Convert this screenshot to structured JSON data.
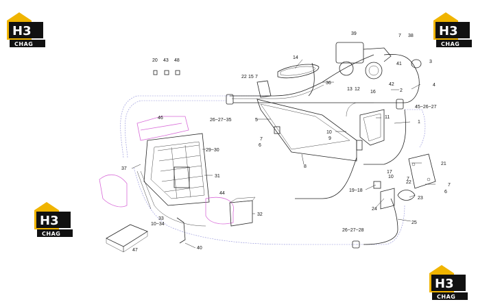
{
  "logo": {
    "mark": "H3",
    "sub": "CHAG"
  },
  "callouts": [
    {
      "id": "c1",
      "text": "1"
    },
    {
      "id": "c2",
      "text": "2"
    },
    {
      "id": "c3",
      "text": "3"
    },
    {
      "id": "c4",
      "text": "4"
    },
    {
      "id": "c5",
      "text": "5"
    },
    {
      "id": "c6a",
      "text": "6"
    },
    {
      "id": "c6b",
      "text": "6"
    },
    {
      "id": "c7a",
      "text": "7"
    },
    {
      "id": "c7b",
      "text": "7"
    },
    {
      "id": "c7c",
      "text": "7"
    },
    {
      "id": "c7d",
      "text": "7"
    },
    {
      "id": "c7e",
      "text": "7"
    },
    {
      "id": "c8",
      "text": "8"
    },
    {
      "id": "c9",
      "text": "9"
    },
    {
      "id": "c10a",
      "text": "10"
    },
    {
      "id": "c10b",
      "text": "10"
    },
    {
      "id": "c11",
      "text": "11"
    },
    {
      "id": "c12",
      "text": "12"
    },
    {
      "id": "c13",
      "text": "13"
    },
    {
      "id": "c14",
      "text": "14"
    },
    {
      "id": "c15",
      "text": "15"
    },
    {
      "id": "c16",
      "text": "16"
    },
    {
      "id": "c17",
      "text": "17"
    },
    {
      "id": "c20",
      "text": "20"
    },
    {
      "id": "c21",
      "text": "21"
    },
    {
      "id": "c22a",
      "text": "22"
    },
    {
      "id": "c22b",
      "text": "22"
    },
    {
      "id": "c23",
      "text": "23"
    },
    {
      "id": "c24",
      "text": "24"
    },
    {
      "id": "c25",
      "text": "25"
    },
    {
      "id": "c31",
      "text": "31"
    },
    {
      "id": "c32",
      "text": "32"
    },
    {
      "id": "c33",
      "text": "33"
    },
    {
      "id": "c36",
      "text": "36"
    },
    {
      "id": "c37",
      "text": "37"
    },
    {
      "id": "c38",
      "text": "38"
    },
    {
      "id": "c39",
      "text": "39"
    },
    {
      "id": "c40",
      "text": "40"
    },
    {
      "id": "c41",
      "text": "41"
    },
    {
      "id": "c42",
      "text": "42"
    },
    {
      "id": "c43",
      "text": "43"
    },
    {
      "id": "c44",
      "text": "44"
    },
    {
      "id": "c46",
      "text": "46"
    },
    {
      "id": "c47",
      "text": "47"
    },
    {
      "id": "c48",
      "text": "48"
    },
    {
      "id": "g2930",
      "text": "29~30"
    },
    {
      "id": "g1034",
      "text": "10~34"
    },
    {
      "id": "g1918",
      "text": "19~18"
    },
    {
      "id": "g262735",
      "text": "26~27~35"
    },
    {
      "id": "g262728",
      "text": "26~27~28"
    },
    {
      "id": "g452627",
      "text": "45~26~27"
    }
  ]
}
